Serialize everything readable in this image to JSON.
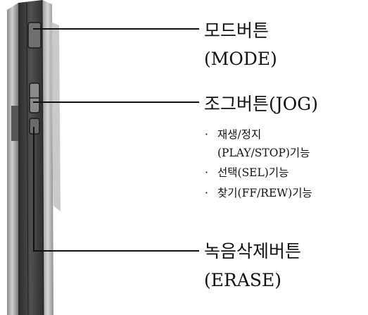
{
  "colors": {
    "leader_line": "#111111",
    "label_text": "#111111",
    "device_body": "#3b3b3b",
    "device_rail_light": "#b9b9b9",
    "device_rail_dark": "#7d7d7d"
  },
  "labels": {
    "mode": {
      "title": "모드버튼",
      "subtitle": "(MODE)"
    },
    "jog": {
      "title": "조그버튼(JOG)",
      "bullet": "·",
      "functions": [
        {
          "line1": "재생/정지",
          "line2": "(PLAY/STOP)기능"
        },
        {
          "line1": "선택(SEL)기능"
        },
        {
          "line1": "찾기(FF/REW)기능"
        }
      ]
    },
    "erase": {
      "title": "녹음삭제버튼",
      "subtitle": "(ERASE)"
    }
  }
}
